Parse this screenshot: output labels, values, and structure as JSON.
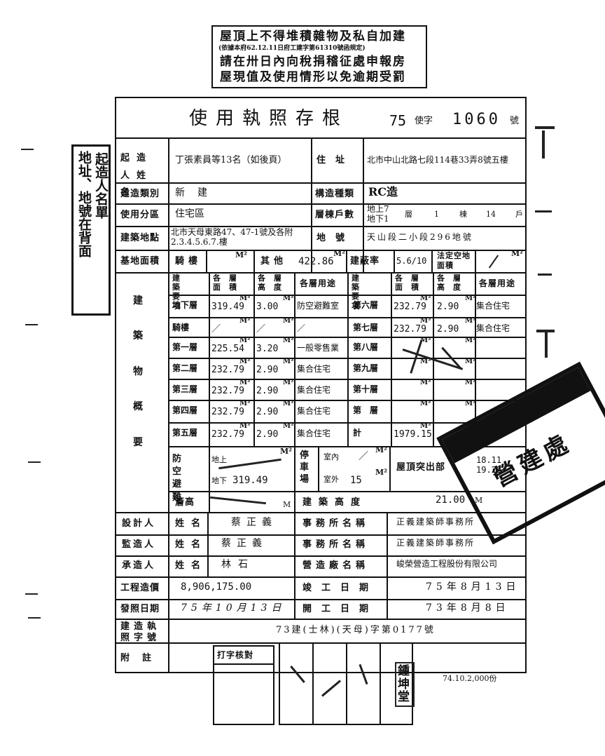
{
  "notice": {
    "line1": "屋頂上不得堆積雜物及私自加建",
    "line2": "(依據本府62.12.11日府工建字第61310號函規定)",
    "line3": "請在卅日內向稅捐稽征處申報房",
    "line4": "屋現值及使用情形以免逾期受罰"
  },
  "side_note": [
    "起造人名單",
    "地址、地號在背面"
  ],
  "header": {
    "title": "使用執照存根",
    "year": "75",
    "type": "使字",
    "number": "1060",
    "suffix": "號"
  },
  "rows": {
    "owner_label": "起造人姓名",
    "owner_value": "丁張素員等13名（如後頁）",
    "address_label": "住址",
    "address_value": "北市中山北路七段114巷33弄8號五樓",
    "build_type_label": "建造類別",
    "build_type_value": "新建",
    "structure_label": "構造種類",
    "structure_value": "RC造",
    "zoning_label": "使用分區",
    "zoning_value": "住宅區",
    "floors_label": "層棟戶數",
    "floors_above": "地上7",
    "floors_below": "地下1",
    "floors_unit": "層",
    "buildings": "1",
    "buildings_unit": "棟",
    "households": "14",
    "households_unit": "戶",
    "site_label": "建築地點",
    "site_value": "北市天母東路47、47-1號及各附2.3.4.5.6.7.樓",
    "lot_label": "地號",
    "lot_value": "天山段二小段296地號",
    "base_label": "基地面積",
    "arcade_label": "騎樓",
    "other_label": "其他",
    "other_value": "422.86",
    "coverage_label": "建蔽率",
    "coverage_value": "5.6/10",
    "legal_open_label": "法定空地面積",
    "unit": "M²"
  },
  "floor_table": {
    "section_label": "建築物概要",
    "headers": [
      "建築要項",
      "各層面積",
      "各層高度",
      "各層用途",
      "建築要項",
      "各層面積",
      "各層高度",
      "各層用途"
    ],
    "left": [
      {
        "name": "地下層",
        "area": "319.49",
        "height": "3.00",
        "use": "防空避難室"
      },
      {
        "name": "騎樓",
        "area": "／",
        "height": "／",
        "use": "／"
      },
      {
        "name": "第一層",
        "area": "225.54",
        "height": "3.20",
        "use": "一般零售業"
      },
      {
        "name": "第二層",
        "area": "232.79",
        "height": "2.90",
        "use": "集合住宅"
      },
      {
        "name": "第三層",
        "area": "232.79",
        "height": "2.90",
        "use": "集合住宅"
      },
      {
        "name": "第四層",
        "area": "232.79",
        "height": "2.90",
        "use": "集合住宅"
      },
      {
        "name": "第五層",
        "area": "232.79",
        "height": "2.90",
        "use": "集合住宅"
      }
    ],
    "right": [
      {
        "name": "第六層",
        "area": "232.79",
        "height": "2.90",
        "use": "集合住宅"
      },
      {
        "name": "第七層",
        "area": "232.79",
        "height": "2.90",
        "use": "集合住宅"
      },
      {
        "name": "第八層",
        "area": "",
        "height": "",
        "use": ""
      },
      {
        "name": "第九層",
        "area": "",
        "height": "",
        "use": ""
      },
      {
        "name": "第十層",
        "area": "",
        "height": "",
        "use": ""
      },
      {
        "name": "第　層",
        "area": "",
        "height": "",
        "use": ""
      },
      {
        "name": "計",
        "area": "1979.15",
        "height": "",
        "use": ""
      }
    ],
    "shelter_label": "防空避難",
    "shelter_above": "地上",
    "shelter_below": "地下",
    "shelter_below_value": "319.49",
    "eave_label": "簷高",
    "parking_label": "停車場",
    "parking_indoor_label": "室內",
    "parking_indoor_value": "／",
    "parking_outdoor_label": "室外",
    "parking_outdoor_value": "15",
    "roof_label": "屋頂突出部",
    "roof_value": "18.11",
    "roof_value2": "19.22",
    "height_label": "建築高度",
    "height_value": "21.00",
    "height_unit": "M"
  },
  "parties": {
    "designer_label": "設計人",
    "supervisor_label": "監造人",
    "contractor_label": "承造人",
    "name_label": "姓名",
    "designer_name": "蔡正義",
    "supervisor_name": "蔡正義",
    "contractor_name": "林石",
    "office_label": "事務所名稱",
    "firm_label": "營造廠名稱",
    "designer_office": "正義建築師事務所",
    "supervisor_office": "正義建築師事務所",
    "contractor_firm": "峻榮營造工程股份有限公司"
  },
  "bottom": {
    "cost_label": "工程造價",
    "cost_value": "8,906,175.00",
    "completion_label": "竣工日期",
    "completion_value": "75年8月13日",
    "issue_label": "發照日期",
    "issue_value": "75年10月13日",
    "start_label": "開工日期",
    "start_value": "73年8月8日",
    "permit_label": "建造執照字號",
    "permit_value": "73建(士林)(天母)字第0177號",
    "note_label": "附註",
    "stamp_label": "打字核對",
    "print_code": "74.10.2,000份"
  },
  "stamps": {
    "red_stamp": "鍾坤堂",
    "section_stamp": "營建處"
  }
}
